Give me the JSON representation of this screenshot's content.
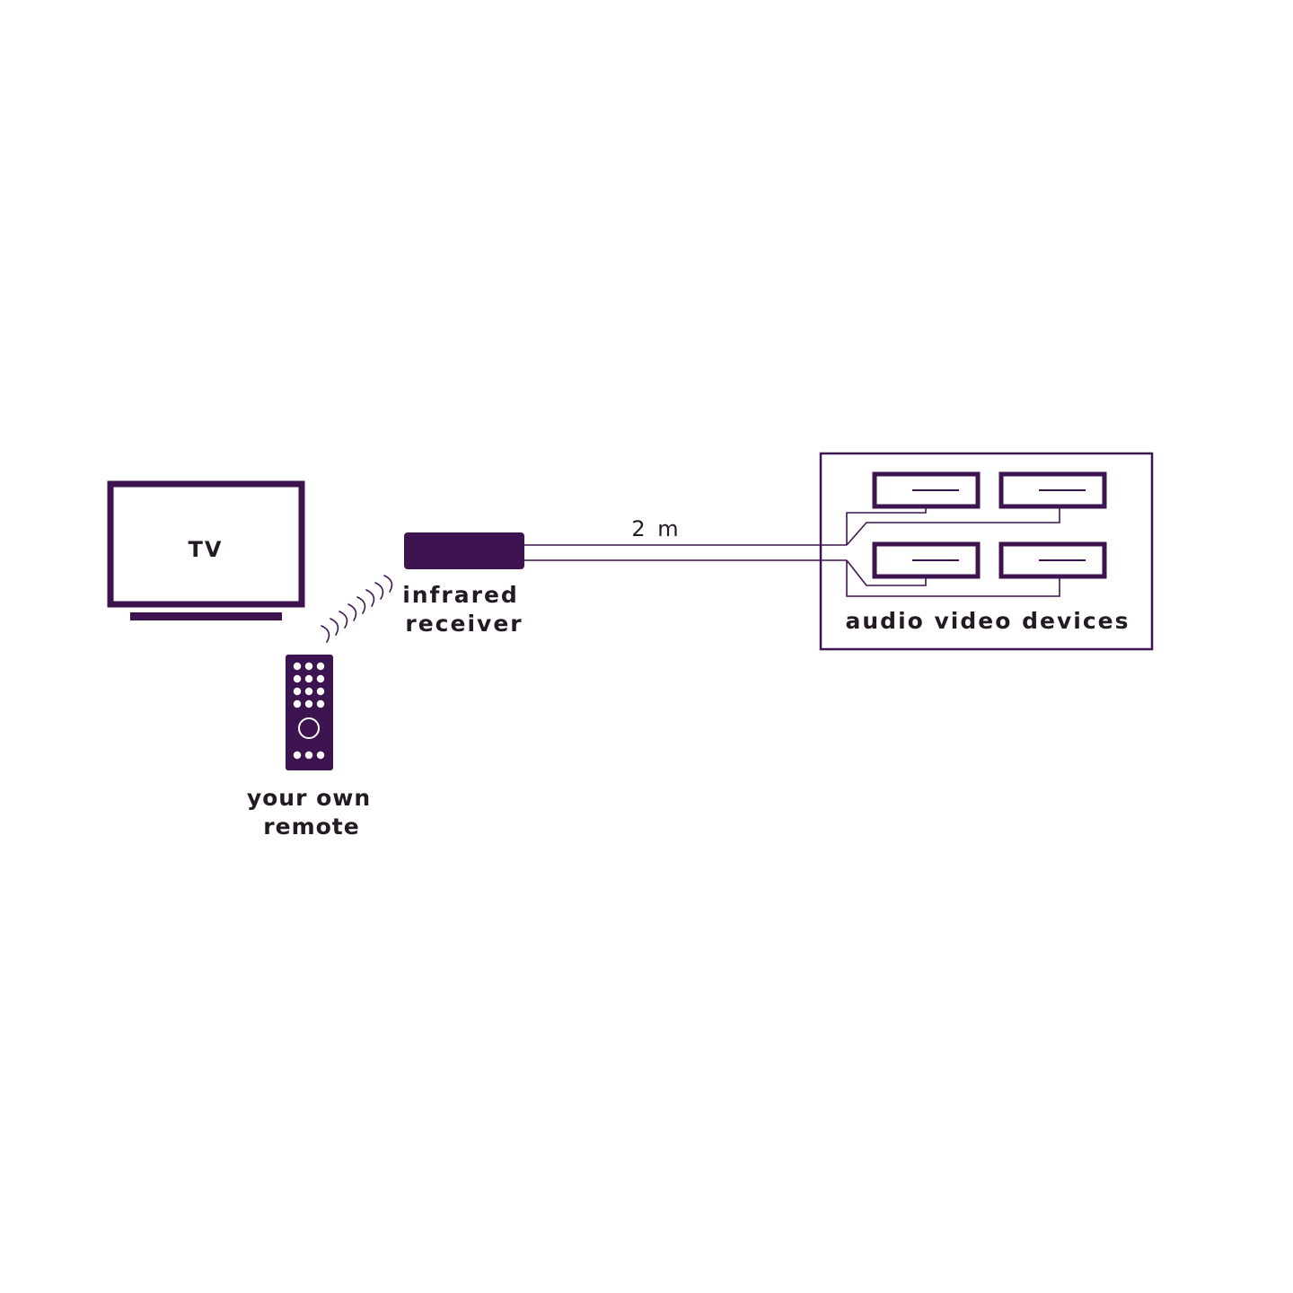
{
  "colors": {
    "primary": "#3e1450",
    "text": "#231a24",
    "background": "#ffffff"
  },
  "labels": {
    "tv": "TV",
    "remote_line1": "your own",
    "remote_line2": "remote",
    "receiver_line1": "infrared",
    "receiver_line2": "receiver",
    "cable_length": "2 m",
    "devices": "audio video devices"
  },
  "icons": {
    "tv": "tv-icon",
    "remote": "remote-control-icon",
    "ir_waves": "infrared-waves-icon",
    "receiver": "infrared-receiver-icon",
    "device": "av-device-icon"
  }
}
